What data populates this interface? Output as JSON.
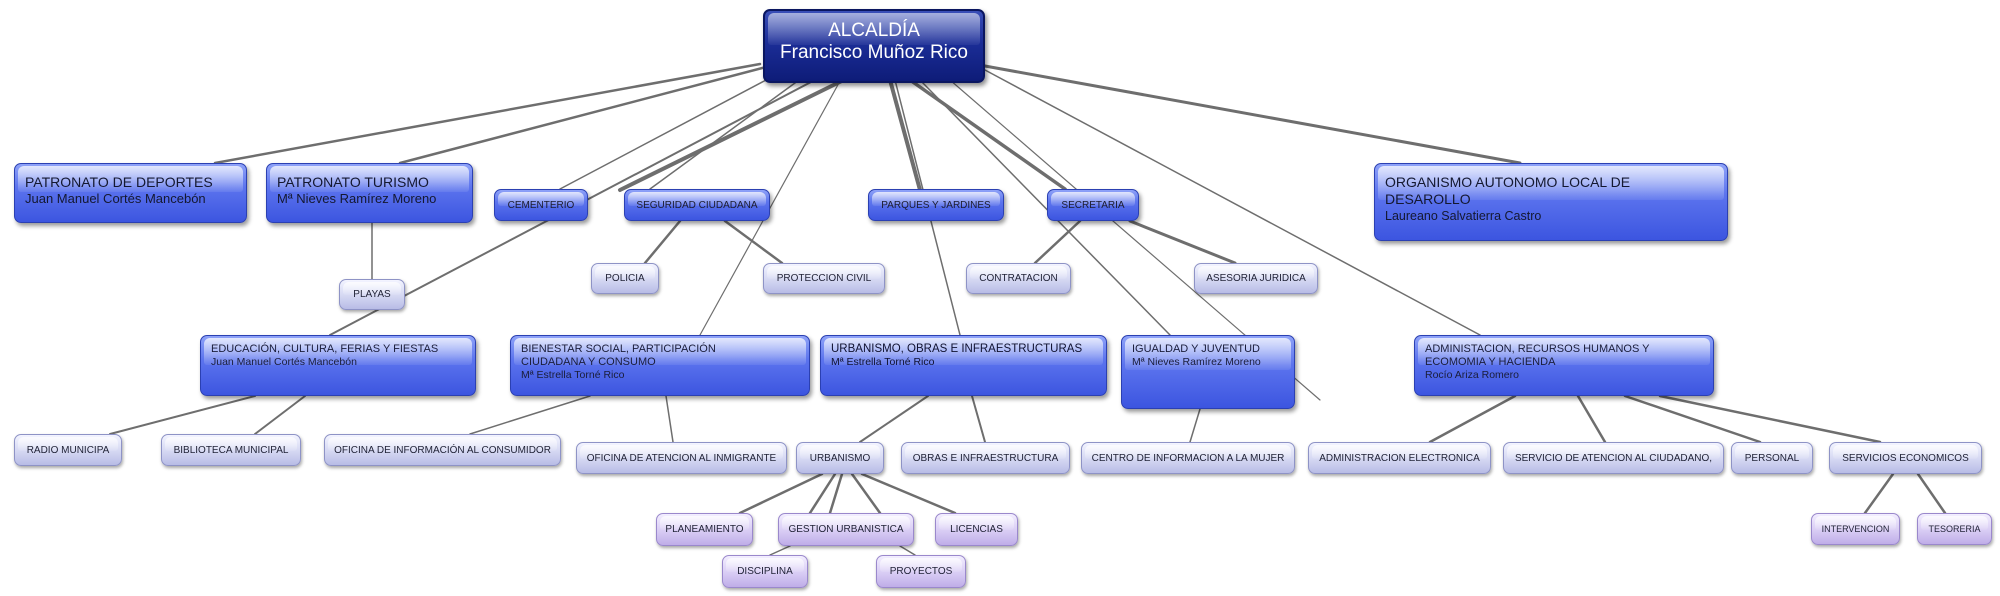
{
  "root": {
    "title": "ALCALDÍA",
    "name": "Francisco Muñoz Rico"
  },
  "top_units": {
    "deportes": {
      "title": "PATRONATO DE DEPORTES",
      "name": "Juan Manuel Cortés Mancebón"
    },
    "turismo": {
      "title": "PATRONATO TURISMO",
      "name": "Mª Nieves Ramírez Moreno"
    },
    "cementerio": {
      "title": "CEMENTERIO"
    },
    "seguridad": {
      "title": "SEGURIDAD CIUDADANA"
    },
    "parques": {
      "title": "PARQUES Y JARDINES"
    },
    "secretaria": {
      "title": "SECRETARIA"
    },
    "organismo": {
      "title": "ORGANISMO AUTONOMO LOCAL DE DESAROLLO",
      "name": "Laureano Salvatierra Castro"
    }
  },
  "mid_units": {
    "educacion": {
      "title": "EDUCACIÓN, CULTURA, FERIAS Y FIESTAS",
      "name": "Juan Manuel Cortés Mancebón"
    },
    "bienestar": {
      "title": "BIENESTAR SOCIAL, PARTICIPACIÓN CIUDADANA Y CONSUMO",
      "name": "Mª Estrella Torné Rico"
    },
    "urbanismo": {
      "title": "URBANISMO, OBRAS E INFRAESTRUCTURAS",
      "name": "Mª Estrella Torné Rico"
    },
    "igualdad": {
      "title": "IGUALDAD  Y JUVENTUD",
      "name": "Mª Nieves Ramírez Moreno"
    },
    "administracion": {
      "title": "ADMINISTACION, RECURSOS HUMANOS Y ECOMOMIA Y HACIENDA",
      "name": "Rocío Ariza Romero"
    }
  },
  "leaves": {
    "playas": "PLAYAS",
    "policia": "POLICIA",
    "proteccion": "PROTECCION CIVIL",
    "contratacion": "CONTRATACION",
    "asesoria": "ASESORIA JURIDICA",
    "radio": "RADIO MUNICIPA",
    "biblioteca": "BIBLIOTECA MUNICIPAL",
    "omic": "OFICINA DE INFORMACIÓN AL CONSUMIDOR",
    "inmigrante": "OFICINA DE ATENCION AL INMIGRANTE",
    "urbanismo_sub": "URBANISMO",
    "obras": "OBRAS E INFRAESTRUCTURA",
    "cim": "CENTRO DE INFORMACION A LA MUJER",
    "electronica": "ADMINISTRACION ELECTRONICA",
    "sac": "SERVICIO DE ATENCION AL CIUDADANO,",
    "personal": "PERSONAL",
    "economicos": "SERVICIOS ECONOMICOS",
    "planeamiento": "PLANEAMIENTO",
    "gestion": "GESTION URBANISTICA",
    "licencias": "LICENCIAS",
    "disciplina": "DISCIPLINA",
    "proyectos": "PROYECTOS",
    "intervencion": "INTERVENCION",
    "tesoreria": "TESORERIA"
  },
  "colors": {
    "root": "#1b2d97",
    "unit": "#5c74ee",
    "leaf": "#d4d7f2",
    "subleaf": "#d8ccf4",
    "connector": "#6e6e6e"
  }
}
